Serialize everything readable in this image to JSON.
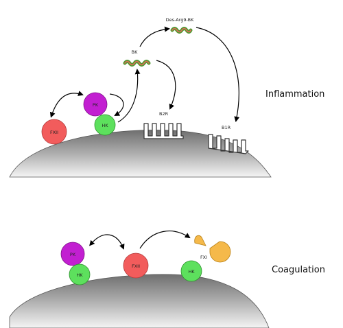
{
  "inflammation": {
    "title": "Inflammation",
    "fxii": "FXII",
    "pk": "PK",
    "hk": "HK",
    "bk": "BK",
    "des_arg9_bk": "Des-Arg9-BK",
    "b2r": "B2R",
    "b1r": "B1R"
  },
  "coagulation": {
    "title": "Coagulation",
    "pk": "PK",
    "hk_left": "HK",
    "fxii": "FXII",
    "fxi": "FXI",
    "hk_right": "HK"
  },
  "colors": {
    "fxii": "#f25c5c",
    "pk": "#c21fd1",
    "hk": "#5de05d",
    "fxi": "#f5b94a",
    "peptide_green": "#7ccf52",
    "peptide_red": "#e26a5a",
    "membrane_light": "#e8e8e8",
    "membrane_dark": "#7a7a7a"
  }
}
